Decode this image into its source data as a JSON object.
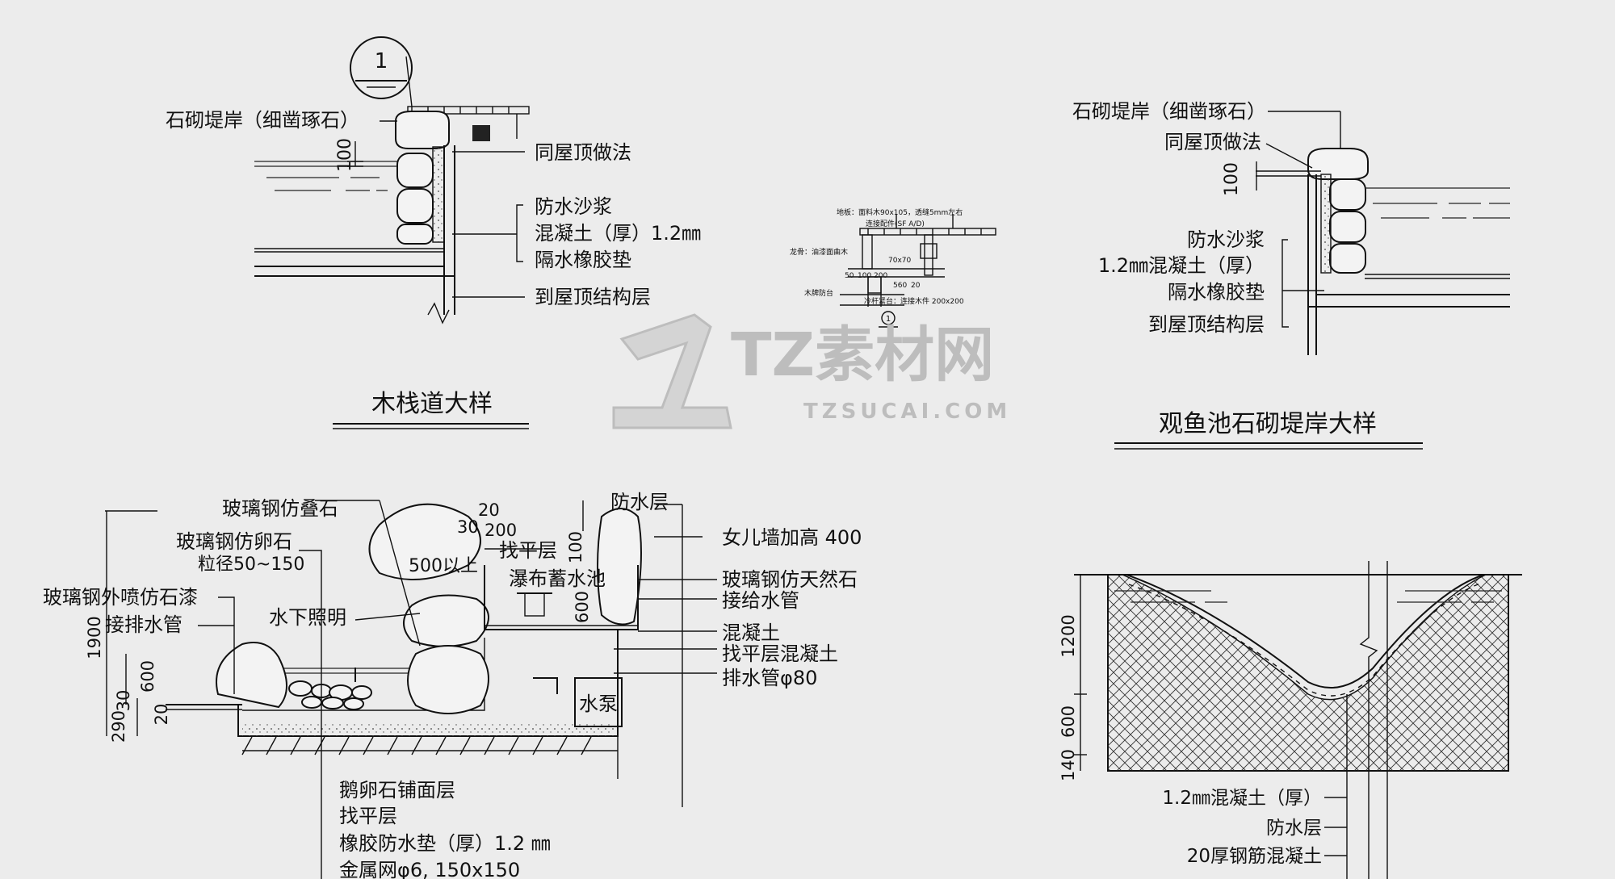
{
  "watermark": {
    "brand": "TZ素材网",
    "url": "TZSUCAI.COM"
  },
  "top_left": {
    "circle_no": "1",
    "title": "木栈道大样",
    "dim_100": "100",
    "labels": [
      "石砌堤岸（细凿琢石）",
      "同屋顶做法",
      "防水沙浆",
      "混凝土（厚）1.2㎜",
      "隔水橡胶垫",
      "到屋顶结构层"
    ]
  },
  "top_mid": {
    "circle_no": "1",
    "labels": [
      "地板：面料木90x105，透缝5mm左右",
      "连接配件(SF A/D)",
      "龙骨：油漆面曲木",
      "70x70",
      "木牌防台",
      "冷杆紧台：连接木件 200x200"
    ],
    "dims": [
      "50",
      "100",
      "200",
      "560",
      "20"
    ]
  },
  "top_right": {
    "title": "观鱼池石砌堤岸大样",
    "dim_100": "100",
    "labels": [
      "石砌堤岸（细凿琢石）",
      "同屋顶做法",
      "防水沙浆",
      "1.2㎜混凝土（厚）",
      "隔水橡胶垫",
      "到屋顶结构层"
    ]
  },
  "bottom_left": {
    "labels_left": [
      "玻璃钢仿叠石",
      "玻璃钢仿卵石",
      "粒径50~150",
      "玻璃钢外喷仿石漆",
      "接排水管",
      "水下照明"
    ],
    "labels_inner": [
      "500以上",
      "瀑布蓄水池",
      "找平层",
      "水泵"
    ],
    "labels_right": [
      "防水层",
      "女儿墙加高 400",
      "玻璃钢仿天然石",
      "接给水管",
      "混凝土",
      "找平层混凝土",
      "排水管φ80"
    ],
    "labels_bottom": [
      "鹅卵石铺面层",
      "找平层",
      "橡胶防水垫（厚）1.2 ㎜",
      "金属网φ6, 150x150"
    ],
    "dims_top": [
      "20",
      "30",
      "200",
      "100",
      "600"
    ],
    "dims_left": [
      "1900",
      "600",
      "30",
      "290",
      "20"
    ]
  },
  "bottom_right": {
    "dims": [
      "1200",
      "600",
      "140"
    ],
    "labels": [
      "1.2㎜混凝土（厚）",
      "防水层",
      "20厚钢筋混凝土"
    ]
  }
}
